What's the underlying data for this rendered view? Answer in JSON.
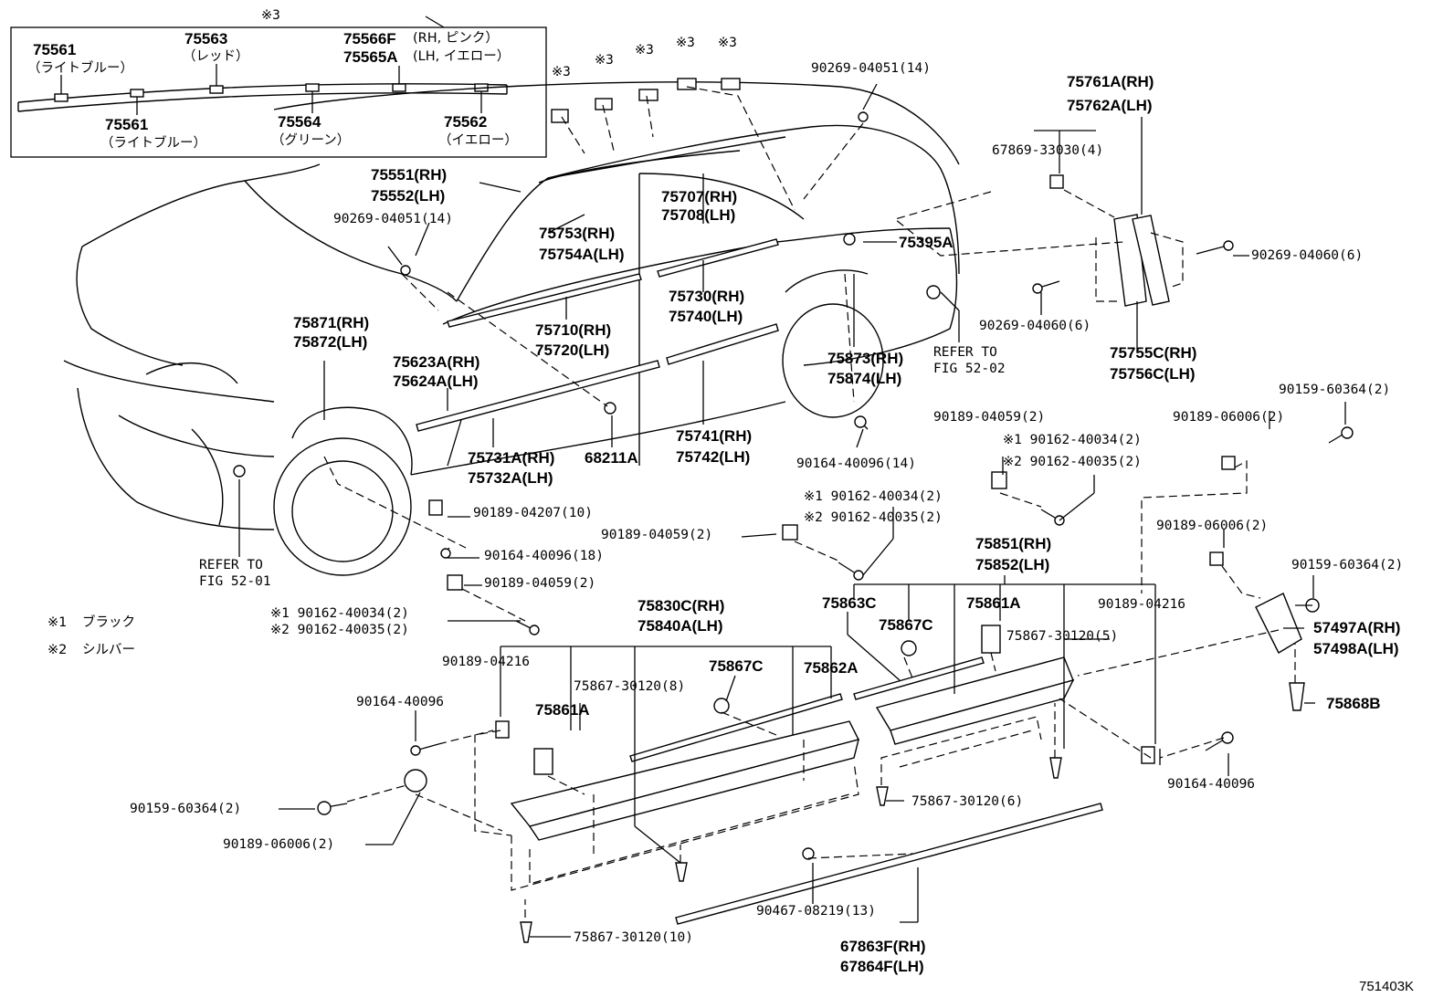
{
  "inset": {
    "marker": "※3",
    "parts": [
      {
        "no": "75561",
        "desc": "（ライトブルー）"
      },
      {
        "no": "75563",
        "desc": "（レッド）"
      },
      {
        "no": "75566F",
        "desc": "(RH, ピンク）"
      },
      {
        "no": "75565A",
        "desc": "(LH, イエロー）"
      },
      {
        "no": "75561",
        "desc": "（ライトブルー）"
      },
      {
        "no": "75564",
        "desc": "（グリーン）"
      },
      {
        "no": "75562",
        "desc": "（イエロー）"
      }
    ]
  },
  "clip_markers": [
    "※3",
    "※3",
    "※3",
    "※3",
    "※3"
  ],
  "legend": [
    {
      "mark": "※1",
      "text": "ブラック"
    },
    {
      "mark": "※2",
      "text": "シルバー"
    }
  ],
  "refs": [
    {
      "line1": "REFER TO",
      "line2": "FIG 52-02"
    },
    {
      "line1": "REFER TO",
      "line2": "FIG 52-01"
    }
  ],
  "labels": {
    "a1": "90269-04051(14)",
    "a2": "75761A(RH)",
    "a3": "75762A(LH)",
    "a4": "67869-33030(4)",
    "a5": "75551(RH)",
    "a6": "75552(LH)",
    "a7": "75707(RH)",
    "a8": "75708(LH)",
    "a9": "90269-04051(14)",
    "a10": "75753(RH)",
    "a11": "75754A(LH)",
    "a12": "75395A",
    "a13": "90269-04060(6)",
    "a14": "75730(RH)",
    "a15": "75740(LH)",
    "a16": "90269-04060(6)",
    "a17": "75871(RH)",
    "a18": "75872(LH)",
    "a19": "75710(RH)",
    "a20": "75720(LH)",
    "a21": "75873(RH)",
    "a22": "75874(LH)",
    "a23": "75755C(RH)",
    "a24": "75756C(LH)",
    "a25": "75623A(RH)",
    "a26": "75624A(LH)",
    "a27": "90159-60364(2)",
    "a28": "90189-04059(2)",
    "a29": "90189-06006(2)",
    "a30": "75741(RH)",
    "a31": "75742(LH)",
    "a32": "※1 90162-40034(2)",
    "a33": "※2 90162-40035(2)",
    "a34": "75731A(RH)",
    "a35": "68211A",
    "a36": "75732A(LH)",
    "a37": "90164-40096(14)",
    "a38": "※1 90162-40034(2)",
    "a39": "※2 90162-40035(2)",
    "a40": "90189-04207(10)",
    "a41": "90189-04059(2)",
    "a42": "90189-06006(2)",
    "a43": "75851(RH)",
    "a44": "75852(LH)",
    "a45": "90164-40096(18)",
    "a46": "90189-04059(2)",
    "a47": "90159-60364(2)",
    "a48": "75863C",
    "a49": "75861A",
    "a50": "90189-04216",
    "a51": "※1 90162-40034(2)",
    "a52": "※2 90162-40035(2)",
    "a53": "75867C",
    "a54": "75867-30120(5)",
    "a55": "57497A(RH)",
    "a56": "57498A(LH)",
    "a57": "75830C(RH)",
    "a58": "75840A(LH)",
    "a59": "90189-04216",
    "a60": "75867C",
    "a61": "75862A",
    "a62": "75867-30120(8)",
    "a63": "75868B",
    "a64": "90164-40096",
    "a65": "75861A",
    "a66": "90164-40096",
    "a67": "75867-30120(6)",
    "a68": "90159-60364(2)",
    "a69": "90189-06006(2)",
    "a70": "90467-08219(13)",
    "a71": "75867-30120(10)",
    "a72": "67863F(RH)",
    "a73": "67864F(LH)"
  },
  "figure_code": "751403K"
}
